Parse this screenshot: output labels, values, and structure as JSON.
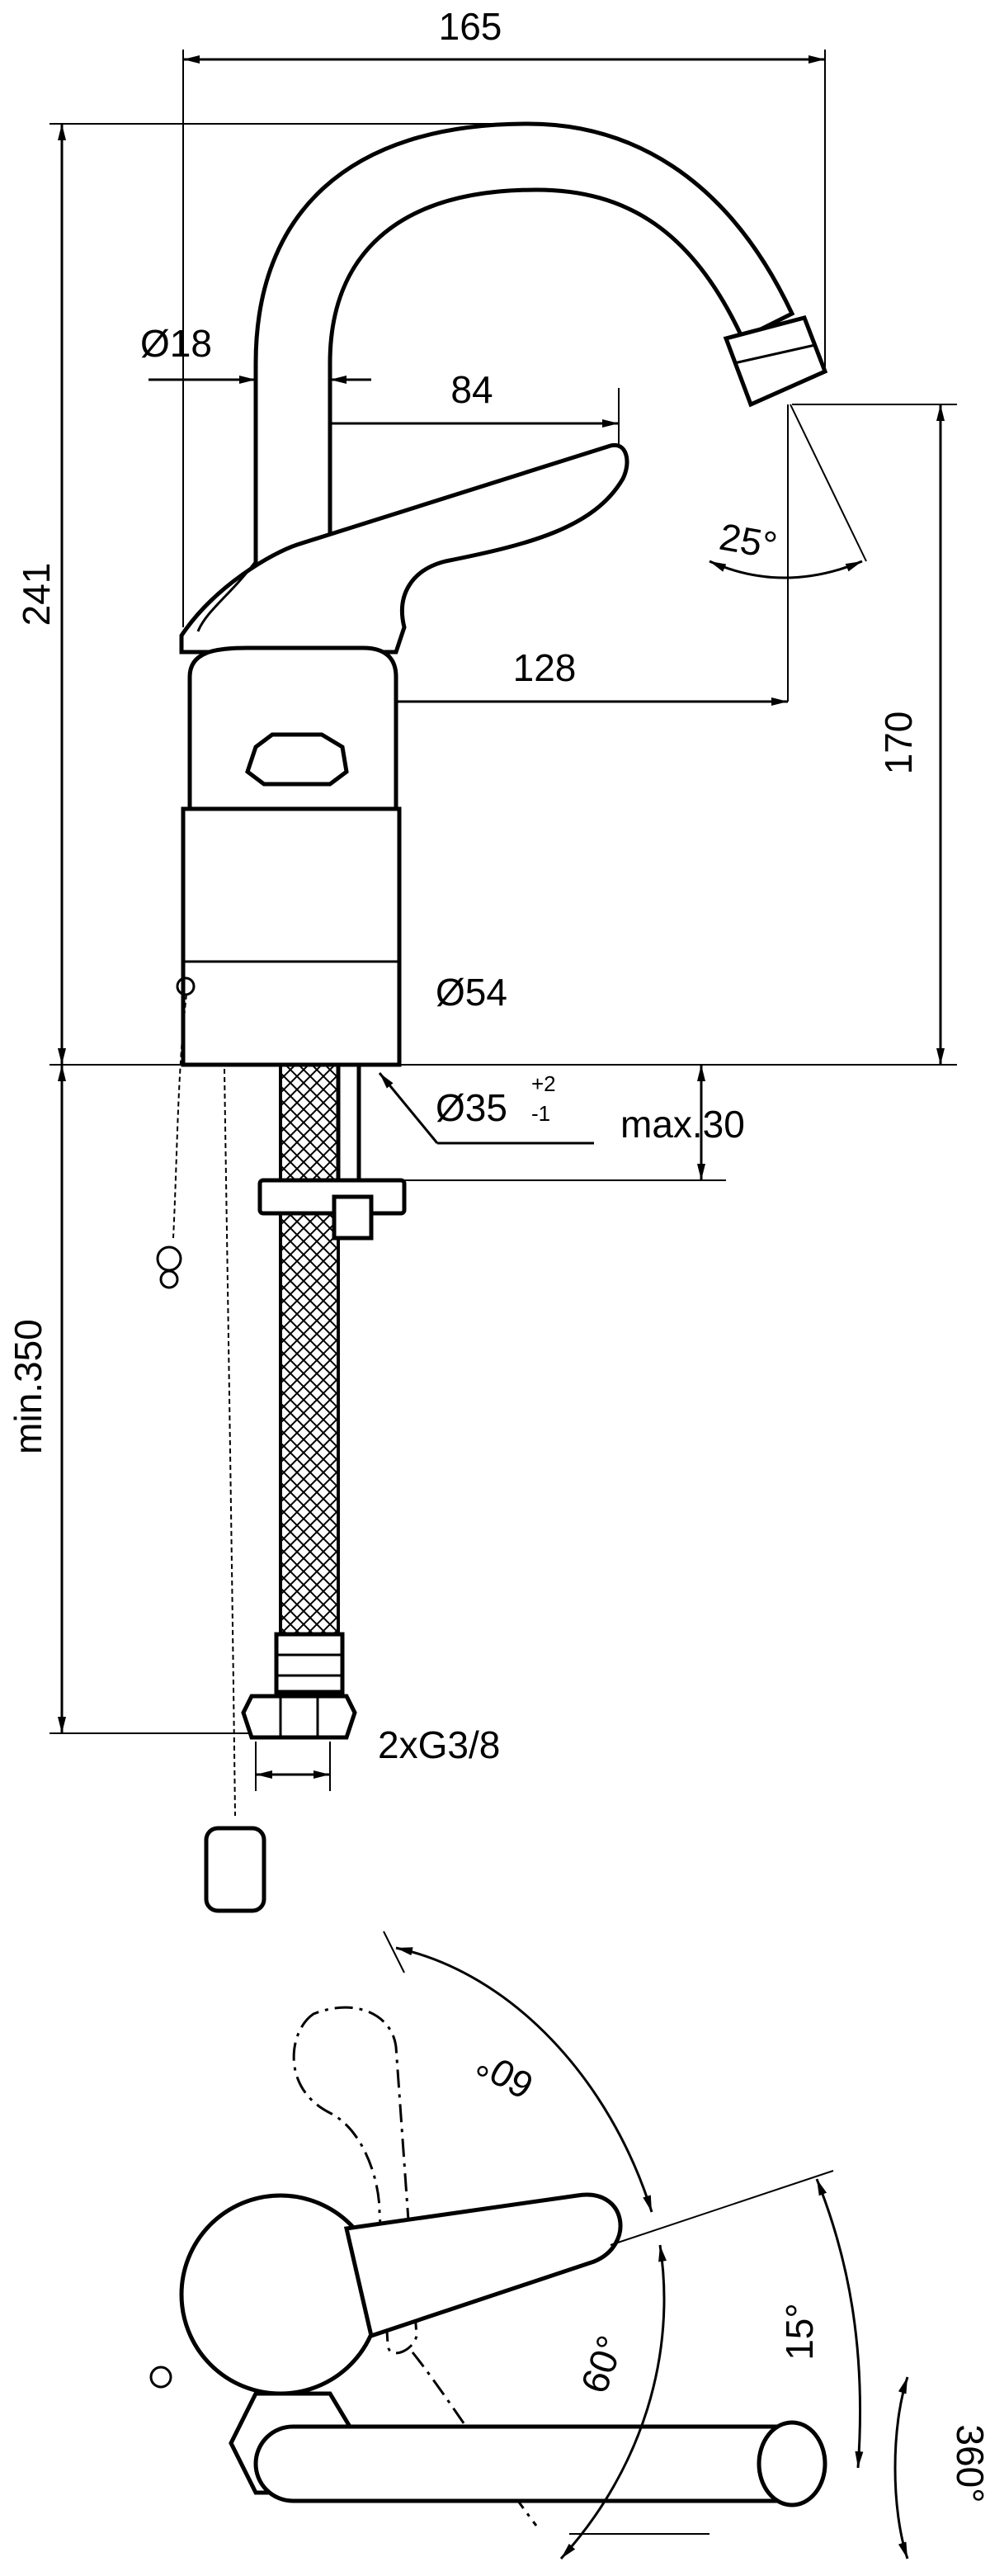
{
  "dimensions": {
    "width_total": "165",
    "height_total": "241",
    "spout_diameter": "Ø18",
    "lever_length": "84",
    "spout_reach": "128",
    "spout_height": "170",
    "base_diameter": "Ø54",
    "hole_diameter": "Ø35",
    "hole_tol_upper": "+2",
    "hole_tol_lower": "-1",
    "max_thickness": "max.30",
    "min_hose": "min.350",
    "connection": "2xG3/8",
    "spout_angle": "25°"
  },
  "plan_view": {
    "angle_upper": "60°",
    "angle_lower": "60°",
    "angle_side": "15°",
    "rotation": "360°"
  }
}
